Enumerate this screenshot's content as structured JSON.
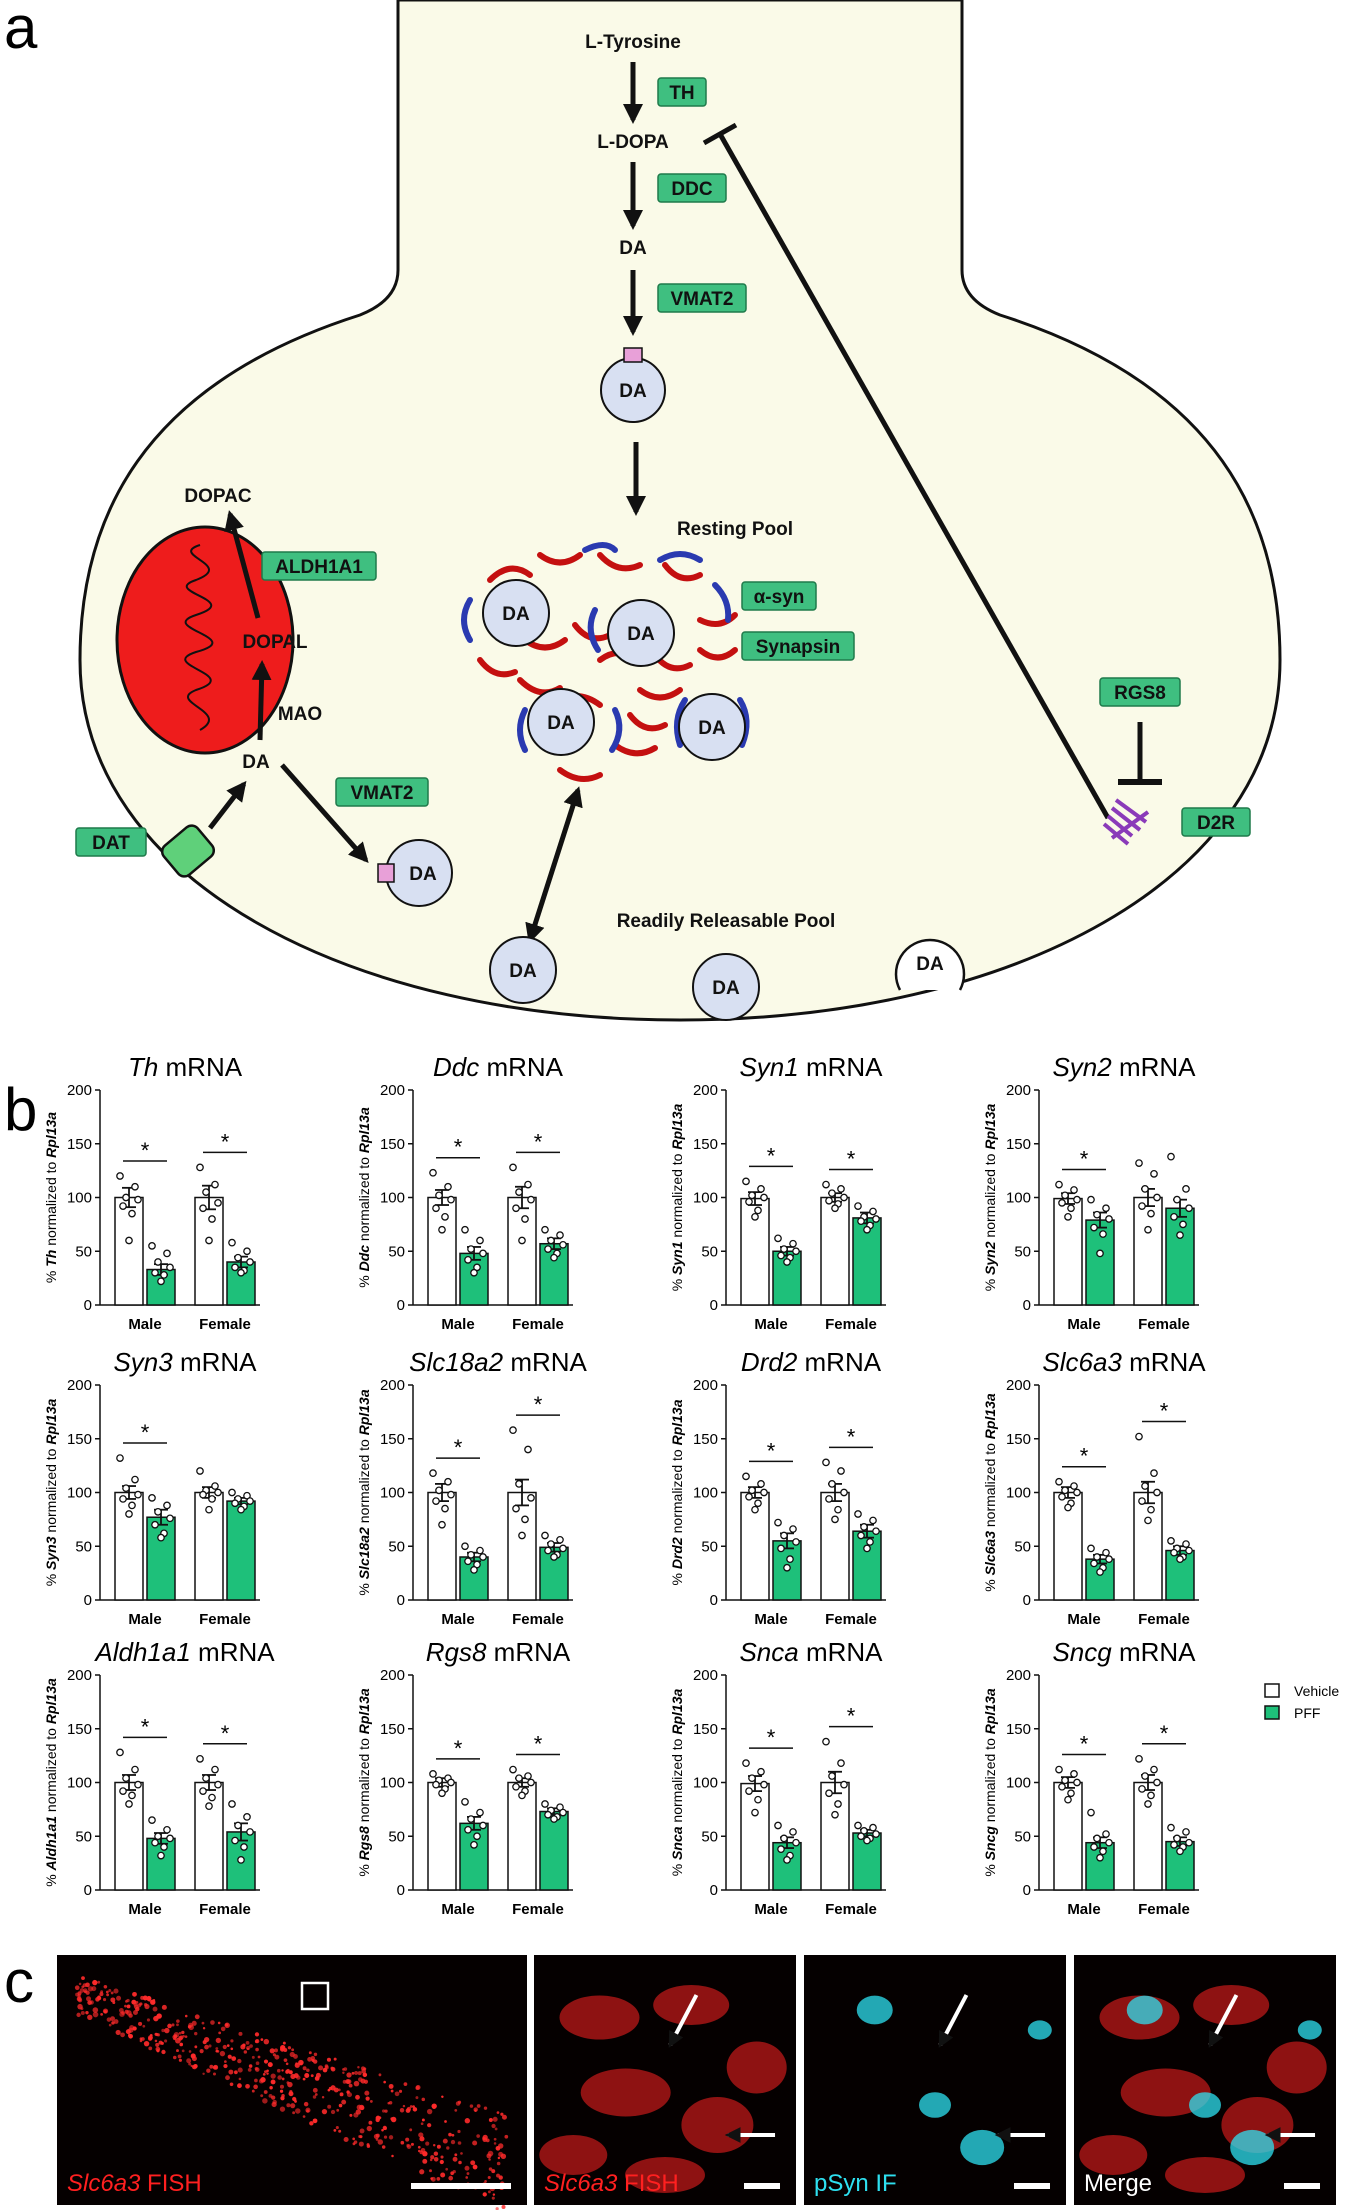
{
  "panel_labels": {
    "a": "a",
    "b": "b",
    "c": "c"
  },
  "diagram": {
    "nodes": {
      "l_tyrosine": "L-Tyrosine",
      "l_dopa": "L-DOPA",
      "da_top": "DA",
      "dopac": "DOPAC",
      "dopal": "DOPAL",
      "mao": "MAO",
      "da_left": "DA",
      "resting_pool": "Resting Pool",
      "readily_releasable_pool": "Readily Releasable Pool"
    },
    "enzymes": {
      "th": "TH",
      "ddc": "DDC",
      "vmat2_top": "VMAT2",
      "aldh1a1": "ALDH1A1",
      "vmat2_left": "VMAT2",
      "dat": "DAT",
      "alpha_syn": "α-syn",
      "synapsin": "Synapsin",
      "rgs8": "RGS8",
      "d2r": "D2R"
    },
    "vesicle_label": "DA"
  },
  "chart_data": [
    {
      "type": "bar",
      "gene": "Th",
      "title_suffix": " mRNA",
      "ylabel_prefix": "% ",
      "ylabel_mid": " normalized to ",
      "ylabel_ref": "Rpl13a",
      "categories": [
        "Male",
        "Female"
      ],
      "ylim": [
        0,
        200
      ],
      "yticks": [
        0,
        50,
        100,
        150,
        200
      ],
      "series": [
        {
          "name": "Vehicle",
          "values": [
            100,
            100
          ],
          "sem": [
            9,
            11
          ]
        },
        {
          "name": "PFF",
          "values": [
            33,
            40
          ],
          "sem": [
            5,
            5
          ]
        }
      ],
      "points": {
        "Vehicle": [
          [
            120,
            110,
            100,
            98,
            92,
            85,
            60
          ],
          [
            128,
            112,
            105,
            95,
            90,
            80,
            60
          ]
        ],
        "PFF": [
          [
            55,
            48,
            40,
            35,
            30,
            28,
            22
          ],
          [
            58,
            50,
            44,
            40,
            35,
            32,
            30
          ]
        ]
      },
      "significant": [
        true,
        true
      ],
      "sig_label": "*"
    },
    {
      "type": "bar",
      "gene": "Ddc",
      "title_suffix": " mRNA",
      "ylabel_prefix": "% ",
      "ylabel_mid": " normalized to ",
      "ylabel_ref": "Rpl13a",
      "categories": [
        "Male",
        "Female"
      ],
      "ylim": [
        0,
        200
      ],
      "yticks": [
        0,
        50,
        100,
        150,
        200
      ],
      "series": [
        {
          "name": "Vehicle",
          "values": [
            100,
            100
          ],
          "sem": [
            7,
            10
          ]
        },
        {
          "name": "PFF",
          "values": [
            48,
            57
          ],
          "sem": [
            6,
            5
          ]
        }
      ],
      "points": {
        "Vehicle": [
          [
            123,
            110,
            102,
            98,
            90,
            82,
            70
          ],
          [
            128,
            112,
            105,
            98,
            90,
            80,
            60
          ]
        ],
        "PFF": [
          [
            70,
            60,
            52,
            48,
            42,
            35,
            30
          ],
          [
            70,
            65,
            60,
            56,
            52,
            48,
            44
          ]
        ]
      },
      "significant": [
        true,
        true
      ],
      "sig_label": "*"
    },
    {
      "type": "bar",
      "gene": "Syn1",
      "title_suffix": " mRNA",
      "ylabel_prefix": "% ",
      "ylabel_mid": " normalized to ",
      "ylabel_ref": "Rpl13a",
      "categories": [
        "Male",
        "Female"
      ],
      "ylim": [
        0,
        200
      ],
      "yticks": [
        0,
        50,
        100,
        150,
        200
      ],
      "series": [
        {
          "name": "Vehicle",
          "values": [
            99,
            100
          ],
          "sem": [
            6,
            4
          ]
        },
        {
          "name": "PFF",
          "values": [
            50,
            81
          ],
          "sem": [
            4,
            5
          ]
        }
      ],
      "points": {
        "Vehicle": [
          [
            115,
            108,
            102,
            100,
            96,
            88,
            82
          ],
          [
            112,
            108,
            104,
            100,
            97,
            94,
            90
          ]
        ],
        "PFF": [
          [
            62,
            57,
            52,
            50,
            46,
            44,
            40
          ],
          [
            92,
            87,
            82,
            80,
            78,
            74,
            70
          ]
        ]
      },
      "significant": [
        true,
        true
      ],
      "sig_label": "*"
    },
    {
      "type": "bar",
      "gene": "Syn2",
      "title_suffix": " mRNA",
      "ylabel_prefix": "% ",
      "ylabel_mid": " normalized to ",
      "ylabel_ref": "Rpl13a",
      "categories": [
        "Male",
        "Female"
      ],
      "ylim": [
        0,
        200
      ],
      "yticks": [
        0,
        50,
        100,
        150,
        200
      ],
      "series": [
        {
          "name": "Vehicle",
          "values": [
            99,
            100
          ],
          "sem": [
            5,
            8
          ]
        },
        {
          "name": "PFF",
          "values": [
            79,
            90
          ],
          "sem": [
            7,
            8
          ]
        }
      ],
      "points": {
        "Vehicle": [
          [
            112,
            107,
            102,
            98,
            95,
            90,
            82
          ],
          [
            132,
            122,
            108,
            100,
            92,
            85,
            70
          ]
        ],
        "PFF": [
          [
            98,
            90,
            84,
            80,
            72,
            66,
            48
          ],
          [
            138,
            108,
            98,
            90,
            82,
            75,
            65
          ]
        ]
      },
      "significant": [
        true,
        false
      ],
      "sig_label": "*"
    },
    {
      "type": "bar",
      "gene": "Syn3",
      "title_suffix": " mRNA",
      "ylabel_prefix": "% ",
      "ylabel_mid": " normalized to ",
      "ylabel_ref": "Rpl13a",
      "categories": [
        "Male",
        "Female"
      ],
      "ylim": [
        0,
        200
      ],
      "yticks": [
        0,
        50,
        100,
        150,
        200
      ],
      "series": [
        {
          "name": "Vehicle",
          "values": [
            100,
            100
          ],
          "sem": [
            6,
            5
          ]
        },
        {
          "name": "PFF",
          "values": [
            77,
            92
          ],
          "sem": [
            7,
            3
          ]
        }
      ],
      "points": {
        "Vehicle": [
          [
            132,
            112,
            104,
            98,
            94,
            88,
            80
          ],
          [
            120,
            106,
            102,
            100,
            98,
            94,
            84
          ]
        ],
        "PFF": [
          [
            95,
            88,
            82,
            76,
            70,
            62,
            58
          ],
          [
            100,
            97,
            94,
            92,
            90,
            87,
            84
          ]
        ]
      },
      "significant": [
        true,
        false
      ],
      "sig_label": "*"
    },
    {
      "type": "bar",
      "gene": "Slc18a2",
      "title_suffix": " mRNA",
      "ylabel_prefix": "% ",
      "ylabel_mid": " normalized to ",
      "ylabel_ref": "Rpl13a",
      "categories": [
        "Male",
        "Female"
      ],
      "ylim": [
        0,
        200
      ],
      "yticks": [
        0,
        50,
        100,
        150,
        200
      ],
      "series": [
        {
          "name": "Vehicle",
          "values": [
            100,
            100
          ],
          "sem": [
            8,
            12
          ]
        },
        {
          "name": "PFF",
          "values": [
            40,
            49
          ],
          "sem": [
            4,
            4
          ]
        }
      ],
      "points": {
        "Vehicle": [
          [
            118,
            110,
            102,
            98,
            92,
            85,
            70
          ],
          [
            158,
            140,
            108,
            95,
            85,
            75,
            60
          ]
        ],
        "PFF": [
          [
            50,
            46,
            42,
            40,
            36,
            33,
            28
          ],
          [
            60,
            56,
            52,
            48,
            46,
            42,
            40
          ]
        ]
      },
      "significant": [
        true,
        true
      ],
      "sig_label": "*"
    },
    {
      "type": "bar",
      "gene": "Drd2",
      "title_suffix": " mRNA",
      "ylabel_prefix": "% ",
      "ylabel_mid": " normalized to ",
      "ylabel_ref": "Rpl13a",
      "categories": [
        "Male",
        "Female"
      ],
      "ylim": [
        0,
        200
      ],
      "yticks": [
        0,
        50,
        100,
        150,
        200
      ],
      "series": [
        {
          "name": "Vehicle",
          "values": [
            100,
            100
          ],
          "sem": [
            5,
            8
          ]
        },
        {
          "name": "PFF",
          "values": [
            55,
            64
          ],
          "sem": [
            7,
            6
          ]
        }
      ],
      "points": {
        "Vehicle": [
          [
            115,
            108,
            102,
            100,
            96,
            90,
            84
          ],
          [
            128,
            120,
            108,
            100,
            94,
            84,
            75
          ]
        ],
        "PFF": [
          [
            72,
            66,
            60,
            54,
            48,
            38,
            30
          ],
          [
            80,
            74,
            68,
            64,
            60,
            54,
            48
          ]
        ]
      },
      "significant": [
        true,
        true
      ],
      "sig_label": "*"
    },
    {
      "type": "bar",
      "gene": "Slc6a3",
      "title_suffix": " mRNA",
      "ylabel_prefix": "% ",
      "ylabel_mid": " normalized to ",
      "ylabel_ref": "Rpl13a",
      "categories": [
        "Male",
        "Female"
      ],
      "ylim": [
        0,
        200
      ],
      "yticks": [
        0,
        50,
        100,
        150,
        200
      ],
      "series": [
        {
          "name": "Vehicle",
          "values": [
            100,
            100
          ],
          "sem": [
            5,
            10
          ]
        },
        {
          "name": "PFF",
          "values": [
            38,
            46
          ],
          "sem": [
            4,
            4
          ]
        }
      ],
      "points": {
        "Vehicle": [
          [
            110,
            106,
            102,
            100,
            96,
            90,
            86
          ],
          [
            152,
            118,
            106,
            100,
            92,
            84,
            74
          ]
        ],
        "PFF": [
          [
            48,
            44,
            40,
            38,
            34,
            30,
            26
          ],
          [
            55,
            52,
            48,
            46,
            44,
            40,
            38
          ]
        ]
      },
      "significant": [
        true,
        true
      ],
      "sig_label": "*"
    },
    {
      "type": "bar",
      "gene": "Aldh1a1",
      "title_suffix": " mRNA",
      "ylabel_prefix": "% ",
      "ylabel_mid": " normalized to ",
      "ylabel_ref": "Rpl13a",
      "categories": [
        "Male",
        "Female"
      ],
      "ylim": [
        0,
        200
      ],
      "yticks": [
        0,
        50,
        100,
        150,
        200
      ],
      "series": [
        {
          "name": "Vehicle",
          "values": [
            100,
            100
          ],
          "sem": [
            7,
            7
          ]
        },
        {
          "name": "PFF",
          "values": [
            48,
            54
          ],
          "sem": [
            5,
            8
          ]
        }
      ],
      "points": {
        "Vehicle": [
          [
            128,
            112,
            104,
            98,
            92,
            88,
            80
          ],
          [
            122,
            112,
            104,
            98,
            92,
            86,
            78
          ]
        ],
        "PFF": [
          [
            65,
            56,
            50,
            48,
            44,
            40,
            32
          ],
          [
            80,
            68,
            60,
            54,
            46,
            40,
            28
          ]
        ]
      },
      "significant": [
        true,
        true
      ],
      "sig_label": "*"
    },
    {
      "type": "bar",
      "gene": "Rgs8",
      "title_suffix": " mRNA",
      "ylabel_prefix": "% ",
      "ylabel_mid": " normalized to ",
      "ylabel_ref": "Rpl13a",
      "categories": [
        "Male",
        "Female"
      ],
      "ylim": [
        0,
        200
      ],
      "yticks": [
        0,
        50,
        100,
        150,
        200
      ],
      "series": [
        {
          "name": "Vehicle",
          "values": [
            100,
            100
          ],
          "sem": [
            4,
            4
          ]
        },
        {
          "name": "PFF",
          "values": [
            62,
            73
          ],
          "sem": [
            6,
            3
          ]
        }
      ],
      "points": {
        "Vehicle": [
          [
            108,
            104,
            102,
            100,
            98,
            94,
            90
          ],
          [
            112,
            106,
            104,
            100,
            96,
            92,
            88
          ]
        ],
        "PFF": [
          [
            82,
            72,
            66,
            60,
            56,
            50,
            42
          ],
          [
            80,
            77,
            74,
            72,
            70,
            68,
            66
          ]
        ]
      },
      "significant": [
        true,
        true
      ],
      "sig_label": "*"
    },
    {
      "type": "bar",
      "gene": "Snca",
      "title_suffix": " mRNA",
      "ylabel_prefix": "% ",
      "ylabel_mid": " normalized to ",
      "ylabel_ref": "Rpl13a",
      "categories": [
        "Male",
        "Female"
      ],
      "ylim": [
        0,
        200
      ],
      "yticks": [
        0,
        50,
        100,
        150,
        200
      ],
      "series": [
        {
          "name": "Vehicle",
          "values": [
            99,
            100
          ],
          "sem": [
            7,
            10
          ]
        },
        {
          "name": "PFF",
          "values": [
            44,
            53
          ],
          "sem": [
            5,
            3
          ]
        }
      ],
      "points": {
        "Vehicle": [
          [
            118,
            110,
            104,
            98,
            92,
            84,
            72
          ],
          [
            138,
            118,
            106,
            98,
            90,
            80,
            70
          ]
        ],
        "PFF": [
          [
            60,
            54,
            48,
            44,
            38,
            32,
            28
          ],
          [
            60,
            58,
            55,
            52,
            50,
            48,
            46
          ]
        ]
      },
      "significant": [
        true,
        true
      ],
      "sig_label": "*"
    },
    {
      "type": "bar",
      "gene": "Sncg",
      "title_suffix": " mRNA",
      "ylabel_prefix": "% ",
      "ylabel_mid": " normalized to ",
      "ylabel_ref": "Rpl13a",
      "categories": [
        "Male",
        "Female"
      ],
      "ylim": [
        0,
        200
      ],
      "yticks": [
        0,
        50,
        100,
        150,
        200
      ],
      "series": [
        {
          "name": "Vehicle",
          "values": [
            100,
            100
          ],
          "sem": [
            5,
            7
          ]
        },
        {
          "name": "PFF",
          "values": [
            44,
            45
          ],
          "sem": [
            5,
            4
          ]
        }
      ],
      "points": {
        "Vehicle": [
          [
            112,
            108,
            102,
            100,
            96,
            90,
            84
          ],
          [
            122,
            112,
            106,
            100,
            94,
            88,
            80
          ]
        ],
        "PFF": [
          [
            72,
            52,
            48,
            44,
            40,
            36,
            30
          ],
          [
            58,
            54,
            48,
            44,
            42,
            40,
            36
          ]
        ]
      },
      "significant": [
        true,
        true
      ],
      "sig_label": "*"
    }
  ],
  "legend": {
    "vehicle": "Vehicle",
    "pff": "PFF"
  },
  "colors": {
    "cell": "#fafae8",
    "vehicle": "#ffffff",
    "pff": "#1ec07a",
    "enzyme": "#3fbf80",
    "vesicle": "#d8e0f2",
    "mito": "#ee1c1c",
    "asyn": "#c41010",
    "synapsin": "#2a3ab0",
    "receptor": "#8a3ab9"
  },
  "micrographs": [
    {
      "italic": "Slc6a3",
      "rest": " FISH",
      "label_color": "#ff2020"
    },
    {
      "italic": "Slc6a3",
      "rest": " FISH",
      "label_color": "#ff2020"
    },
    {
      "italic": "",
      "rest": "pSyn IF",
      "label_color": "#2ee0f0"
    },
    {
      "italic": "",
      "rest": "Merge",
      "label_color": "#ffffff"
    }
  ]
}
